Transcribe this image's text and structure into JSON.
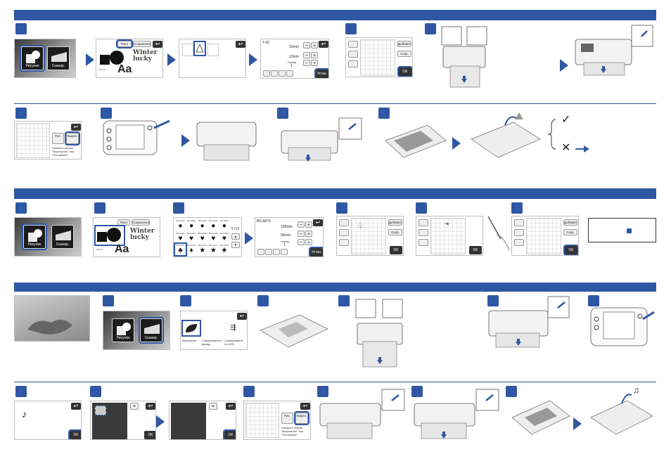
{
  "section_titles": [
    "",
    "",
    ""
  ],
  "tiles": {
    "pattern": "Рисунок",
    "scan": "Сканир."
  },
  "pattern_tabs": {
    "text": "Текст",
    "saved": "Сохраненные данные"
  },
  "font_sample": "Aa",
  "winter_text": "Winter lucky",
  "edit_screen_1": {
    "code": "T-02",
    "width": "10mm",
    "height": "12mm",
    "number_label": "Номер",
    "number": "1",
    "set_label": "Устан."
  },
  "edit_screen_2": {
    "code": "BS-A071",
    "width": "100mm",
    "height": "90mm",
    "number_label": "Номер",
    "number": "1",
    "set_label": "Устан."
  },
  "layout_buttons": {
    "add": "Добавить",
    "save": "Сохр.",
    "ok": "OK"
  },
  "draw_cut": {
    "draw": "Рис.",
    "cut": "Вырез.",
    "hint": "Нажмите кнопку \"Вырезание\" или \"Рисование\"."
  },
  "pagination": "5 /19",
  "shape_codes": [
    "BS-A041",
    "BS-A042",
    "BS-A043",
    "BS-A044",
    "BS-A045",
    "BS-A046",
    "BS-A047",
    "BS-A048",
    "BS-A049",
    "BS-A050",
    "BS-A071",
    "BS-A072",
    "BS-A073",
    "BS-A074",
    "BS-A075"
  ],
  "scan_modes": {
    "cut": "Вырезание",
    "scan_to_mat": "Сканирование с вывод",
    "scan_usb": "Сканирование на USB"
  },
  "result_icons": [
    "check-icon",
    "cross-icon"
  ],
  "brand_color": "#2f57a3"
}
